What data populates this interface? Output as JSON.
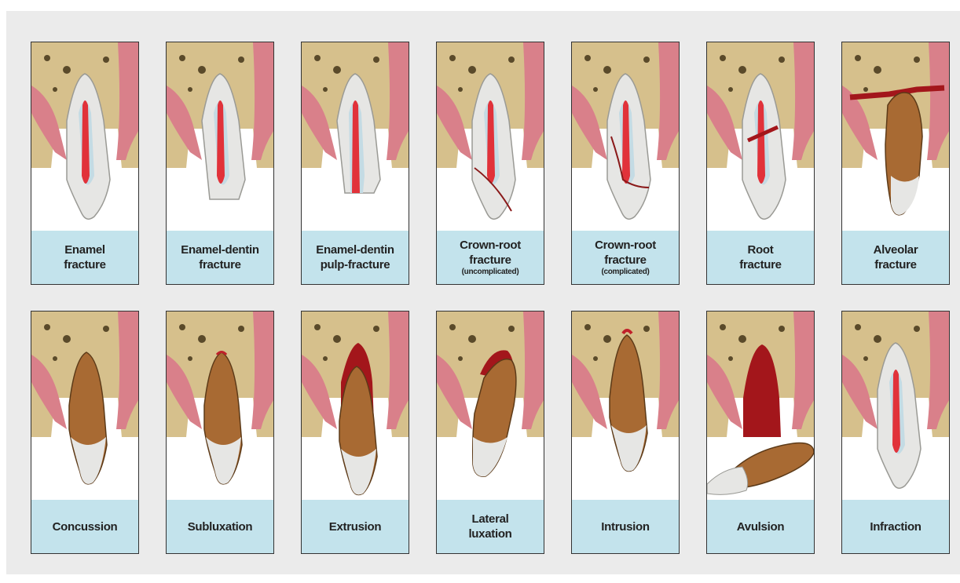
{
  "cards": [
    {
      "line1": "Enamel",
      "line2": "fracture",
      "sub": ""
    },
    {
      "line1": "Enamel-dentin",
      "line2": "fracture",
      "sub": ""
    },
    {
      "line1": "Enamel-dentin",
      "line2": "pulp-fracture",
      "sub": ""
    },
    {
      "line1": "Crown-root",
      "line2": "fracture",
      "sub": "(uncomplicated)"
    },
    {
      "line1": "Crown-root",
      "line2": "fracture",
      "sub": "(complicated)"
    },
    {
      "line1": "Root",
      "line2": "fracture",
      "sub": ""
    },
    {
      "line1": "Alveolar",
      "line2": "fracture",
      "sub": ""
    },
    {
      "line1": "Concussion",
      "line2": "",
      "sub": ""
    },
    {
      "line1": "Subluxation",
      "line2": "",
      "sub": ""
    },
    {
      "line1": "Extrusion",
      "line2": "",
      "sub": ""
    },
    {
      "line1": "Lateral",
      "line2": "luxation",
      "sub": ""
    },
    {
      "line1": "Intrusion",
      "line2": "",
      "sub": ""
    },
    {
      "line1": "Avulsion",
      "line2": "",
      "sub": ""
    },
    {
      "line1": "Infraction",
      "line2": "",
      "sub": ""
    }
  ]
}
